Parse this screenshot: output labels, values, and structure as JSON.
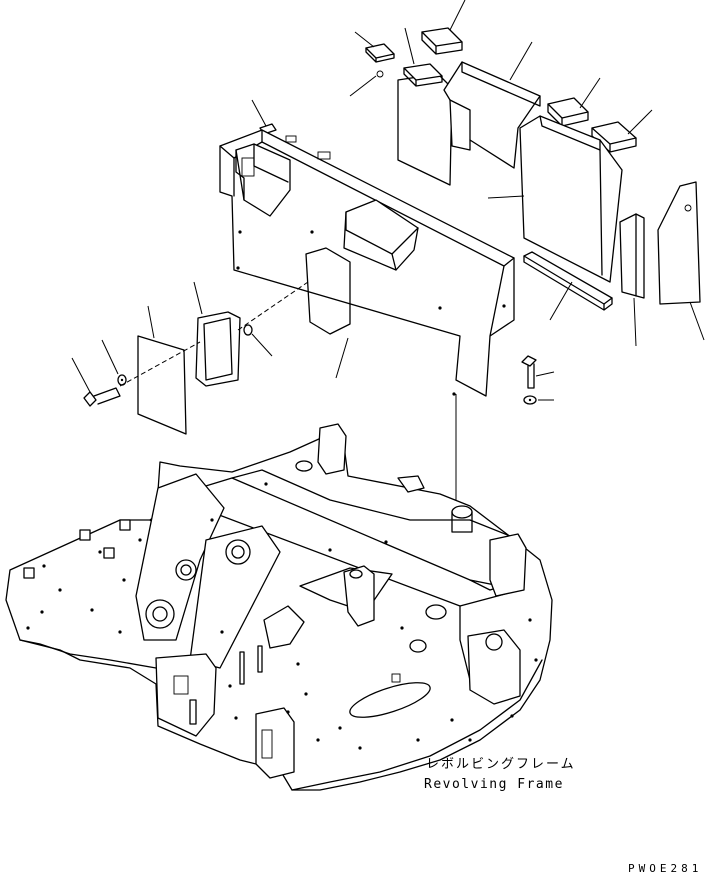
{
  "labels": {
    "frame_jp": "レボルビングフレーム",
    "frame_en": "Revolving Frame",
    "drawing_code": "PWOE281"
  },
  "parts": [
    {
      "icon": "insulation-pad-small"
    },
    {
      "icon": "insulation-pad-top"
    },
    {
      "icon": "insulation-panel-left"
    },
    {
      "icon": "insulation-panel-center"
    },
    {
      "icon": "insulation-pad-right-a"
    },
    {
      "icon": "insulation-pad-right-b"
    },
    {
      "icon": "insulation-panel-right"
    },
    {
      "icon": "foam-strip"
    },
    {
      "icon": "side-insulation-a"
    },
    {
      "icon": "side-insulation-b"
    },
    {
      "icon": "clip"
    },
    {
      "icon": "cover-box"
    },
    {
      "icon": "seal-frame"
    },
    {
      "icon": "cover-plate"
    },
    {
      "icon": "washer"
    },
    {
      "icon": "bolt"
    },
    {
      "icon": "grommet"
    },
    {
      "icon": "bolt-right"
    },
    {
      "icon": "washer-right"
    }
  ]
}
